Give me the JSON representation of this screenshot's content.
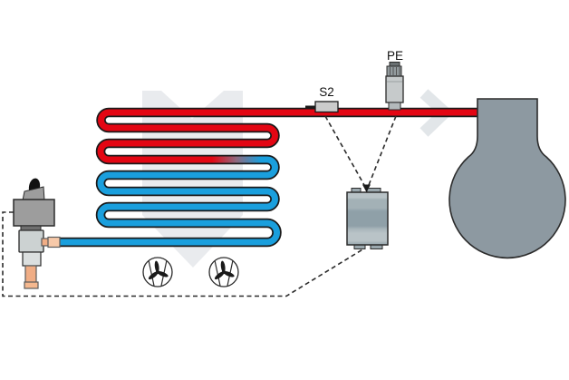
{
  "diagram": {
    "type": "refrigeration-circuit-schematic",
    "labels": {
      "sensor_s2": "S2",
      "sensor_pe": "PE"
    },
    "colors": {
      "hot_line": "#e30613",
      "cold_line": "#1a9fdd",
      "pipe_outline": "#1a1a1a",
      "vessel_fill": "#8d99a1",
      "vessel_stroke": "#2b2b2b",
      "watermark": "#e9ebee",
      "chevron": "#e2e6e9",
      "copper": "#f0ad85",
      "copper_coupling": "#f7c9a9",
      "valve_coil_gray": "#9d9d9d",
      "component_gray": "#c6cacb",
      "signal_dash": "#2b2b2b"
    },
    "components": [
      "evaporator-coil",
      "hot-gas-line",
      "cold-liquid-line",
      "expansion-valve",
      "fan-left",
      "fan-right",
      "controller-unit",
      "temperature-sensor-s2",
      "pressure-transmitter-pe",
      "accumulator-vessel",
      "brand-watermark",
      "flow-chevron"
    ]
  }
}
